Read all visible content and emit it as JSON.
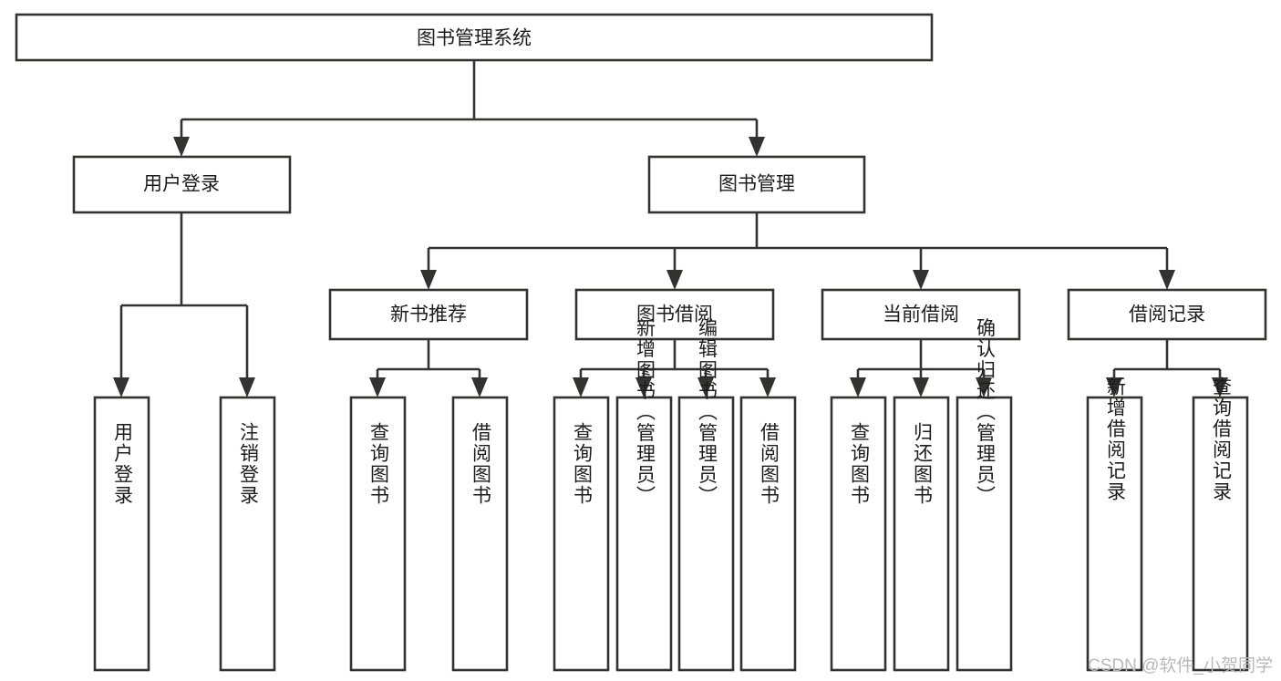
{
  "diagram": {
    "title": "图书管理系统",
    "type": "tree-structure-chart",
    "root": {
      "id": "root",
      "label": "图书管理系统"
    },
    "level2": [
      {
        "id": "user-login",
        "label": "用户登录"
      },
      {
        "id": "book-manage",
        "label": "图书管理"
      }
    ],
    "level3": [
      {
        "id": "new-book-rec",
        "label": "新书推荐",
        "parent": "book-manage"
      },
      {
        "id": "book-borrow",
        "label": "图书借阅",
        "parent": "book-manage"
      },
      {
        "id": "current-borrow",
        "label": "当前借阅",
        "parent": "book-manage"
      },
      {
        "id": "borrow-record",
        "label": "借阅记录",
        "parent": "book-manage"
      }
    ],
    "leaves": [
      {
        "id": "leaf-user-login",
        "label": "用户登录",
        "parent": "user-login"
      },
      {
        "id": "leaf-logout-login",
        "label": "注销登录",
        "parent": "user-login"
      },
      {
        "id": "leaf-query-book-1",
        "label": "查询图书",
        "parent": "new-book-rec"
      },
      {
        "id": "leaf-borrow-book-1",
        "label": "借阅图书",
        "parent": "new-book-rec"
      },
      {
        "id": "leaf-query-book-2",
        "label": "查询图书",
        "parent": "book-borrow"
      },
      {
        "id": "leaf-add-book",
        "label": "新增图书（管理员）",
        "parent": "book-borrow"
      },
      {
        "id": "leaf-edit-book",
        "label": "编辑图书（管理员）",
        "parent": "book-borrow"
      },
      {
        "id": "leaf-borrow-book-2",
        "label": "借阅图书",
        "parent": "book-borrow"
      },
      {
        "id": "leaf-query-book-3",
        "label": "查询图书",
        "parent": "current-borrow"
      },
      {
        "id": "leaf-return-book",
        "label": "归还图书",
        "parent": "current-borrow"
      },
      {
        "id": "leaf-confirm-return",
        "label": "确认归还（管理员）",
        "parent": "current-borrow"
      },
      {
        "id": "leaf-add-record",
        "label": "新增借阅记录",
        "parent": "borrow-record"
      },
      {
        "id": "leaf-query-record",
        "label": "查询借阅记录",
        "parent": "borrow-record"
      }
    ],
    "watermark": "CSDN @软件_小贺同学",
    "colors": {
      "stroke": "#33322f",
      "box_fill": "#ffffff",
      "text": "#1c1c1c",
      "watermark": "#b9b9b9",
      "background": "#ffffff"
    }
  }
}
